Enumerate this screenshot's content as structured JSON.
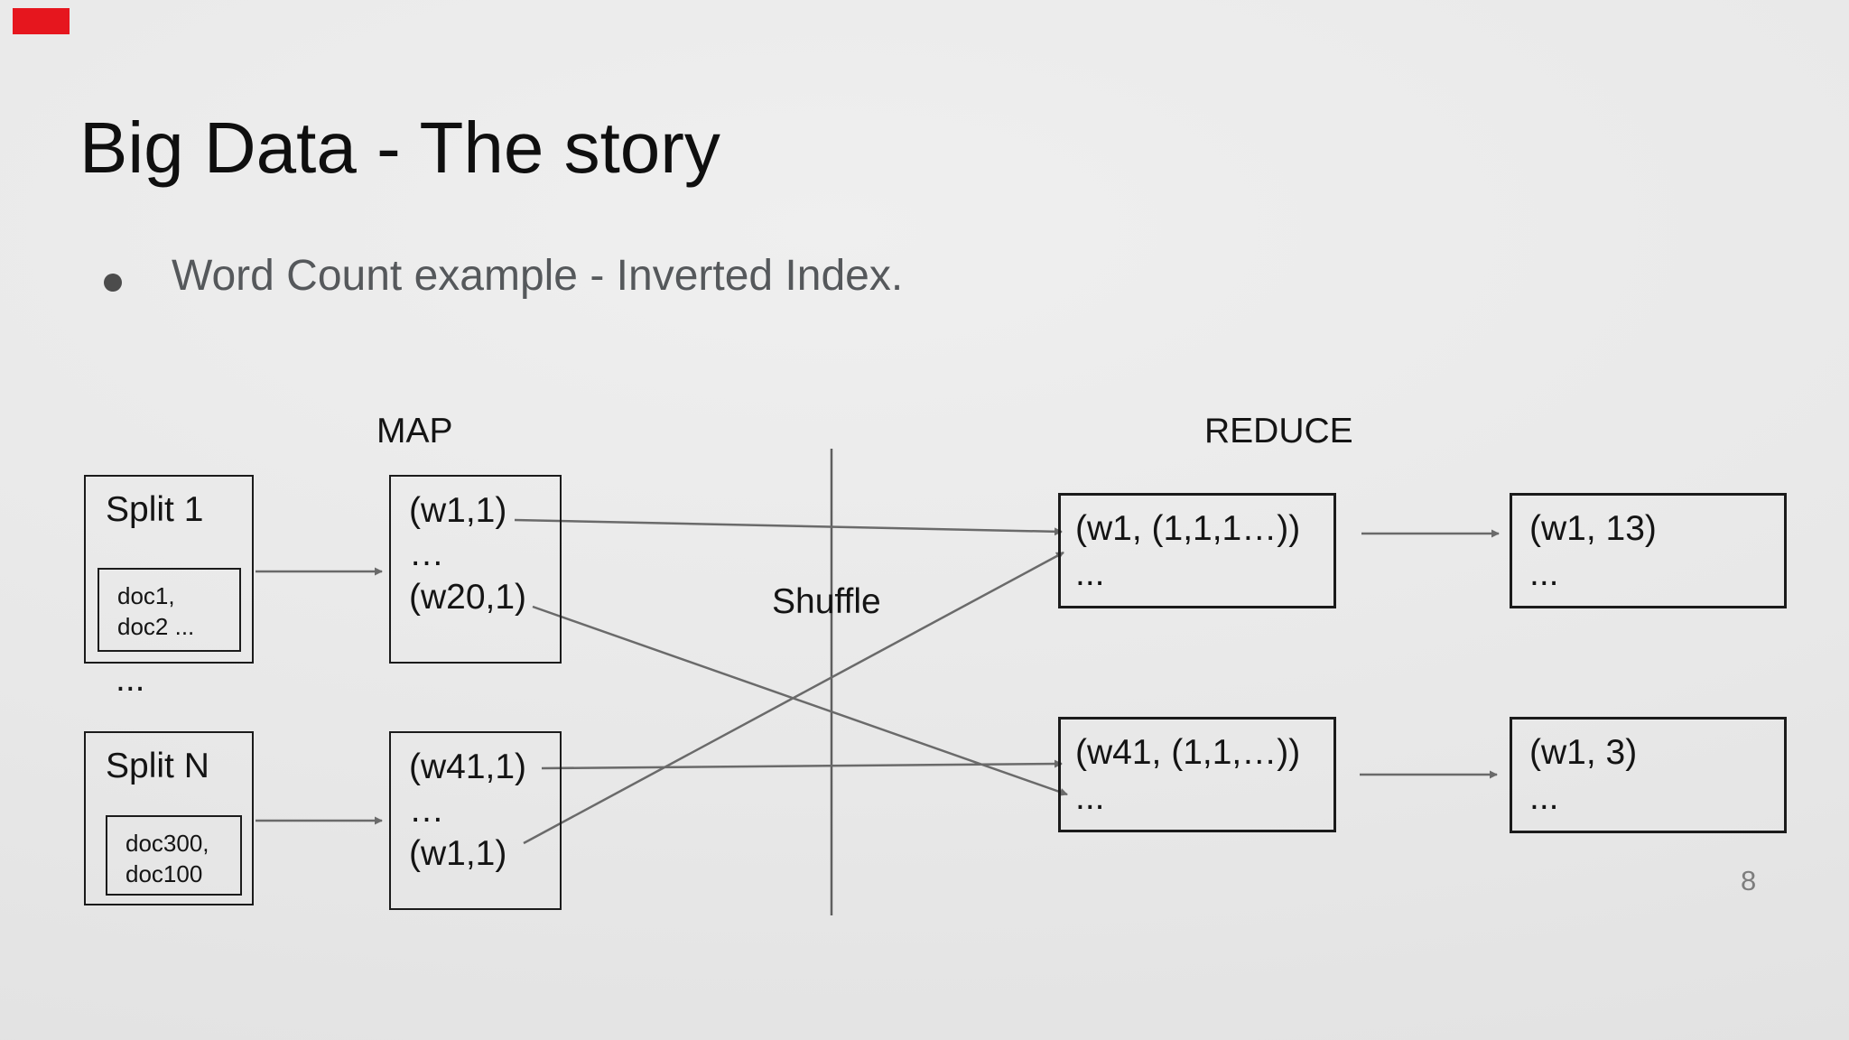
{
  "slide": {
    "title": "Big Data - The story",
    "bullet": "Word Count example - Inverted Index.",
    "page_number": "8",
    "colors": {
      "red_marker": "#e6161e",
      "background": "#e8e8e8",
      "box_border": "#1b1b1b",
      "arrow_gray": "#6a6a6a",
      "bullet_text_gray": "#55585b",
      "page_number_gray": "#7d7d7d"
    }
  },
  "diagram": {
    "labels": {
      "map": "MAP",
      "reduce": "REDUCE",
      "shuffle": "Shuffle"
    },
    "splits_ellipsis": "...",
    "splits": [
      {
        "name": "Split 1",
        "docs": [
          "doc1,",
          "doc2 ..."
        ]
      },
      {
        "name": "Split N",
        "docs": [
          "doc300,",
          "doc100"
        ]
      }
    ],
    "map_outputs": [
      {
        "lines": [
          "(w1,1)",
          "…",
          "(w20,1)"
        ]
      },
      {
        "lines": [
          "(w41,1)",
          "…",
          "(w1,1)"
        ]
      }
    ],
    "reduce_inputs": [
      {
        "lines": [
          "(w1, (1,1,1…))",
          "..."
        ]
      },
      {
        "lines": [
          "(w41, (1,1,…))",
          "..."
        ]
      }
    ],
    "reduce_outputs": [
      {
        "lines": [
          "(w1, 13)",
          "..."
        ]
      },
      {
        "lines": [
          "(w1, 3)",
          "..."
        ]
      }
    ]
  }
}
